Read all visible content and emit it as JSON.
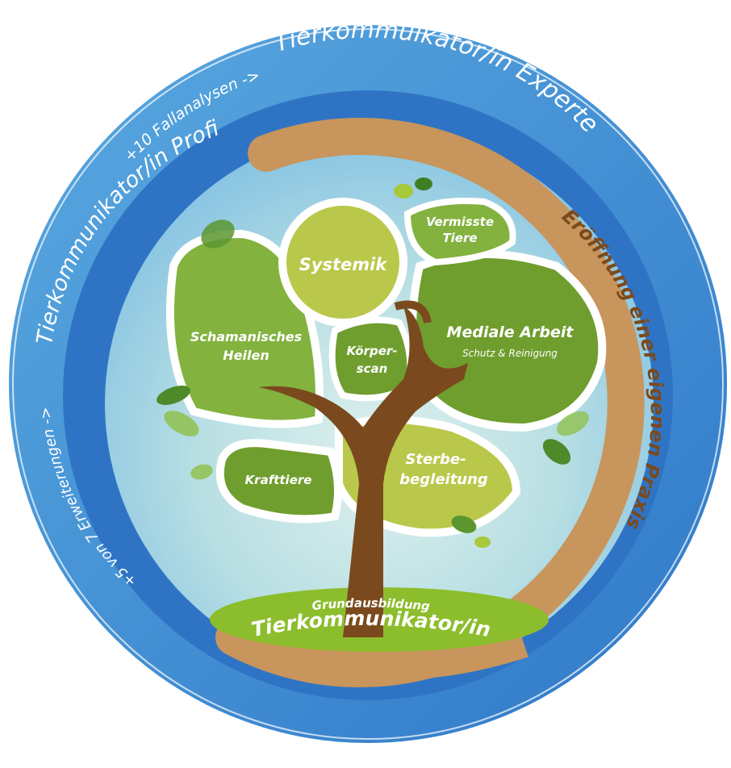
{
  "rings": {
    "outer_small": "+10 Fallanalysen ->",
    "outer_big": "Tierkommuikator/in Experte",
    "middle_small": "+5 von 7 Erweiterungen ->",
    "middle_big": "Tierkommunikator/in Profi",
    "brown": "Eröffnung einer eigenen Praxis"
  },
  "ground": {
    "small": "Grundausbildung",
    "big": "Tierkommunikator/in"
  },
  "bubbles": {
    "systemik": "Systemik",
    "vermisste_1": "Vermisste",
    "vermisste_2": "Tiere",
    "mediale_1": "Mediale Arbeit",
    "mediale_2": "Schutz & Reinigung",
    "schamanisch_1": "Schamanisches",
    "schamanisch_2": "Heilen",
    "koerper_1": "Körper-",
    "koerper_2": "scan",
    "krafttiere": "Krafttiere",
    "sterbe_1": "Sterbe-",
    "sterbe_2": "begleitung"
  },
  "colors": {
    "outer_blue": "#3f8fd6",
    "inner_blue": "#2f74c4",
    "brown_ring": "#c8955c",
    "green_dark": "#6f9e2e",
    "green_mid": "#83b23f",
    "green_light": "#b9c84a",
    "trunk": "#7a4a1e"
  }
}
